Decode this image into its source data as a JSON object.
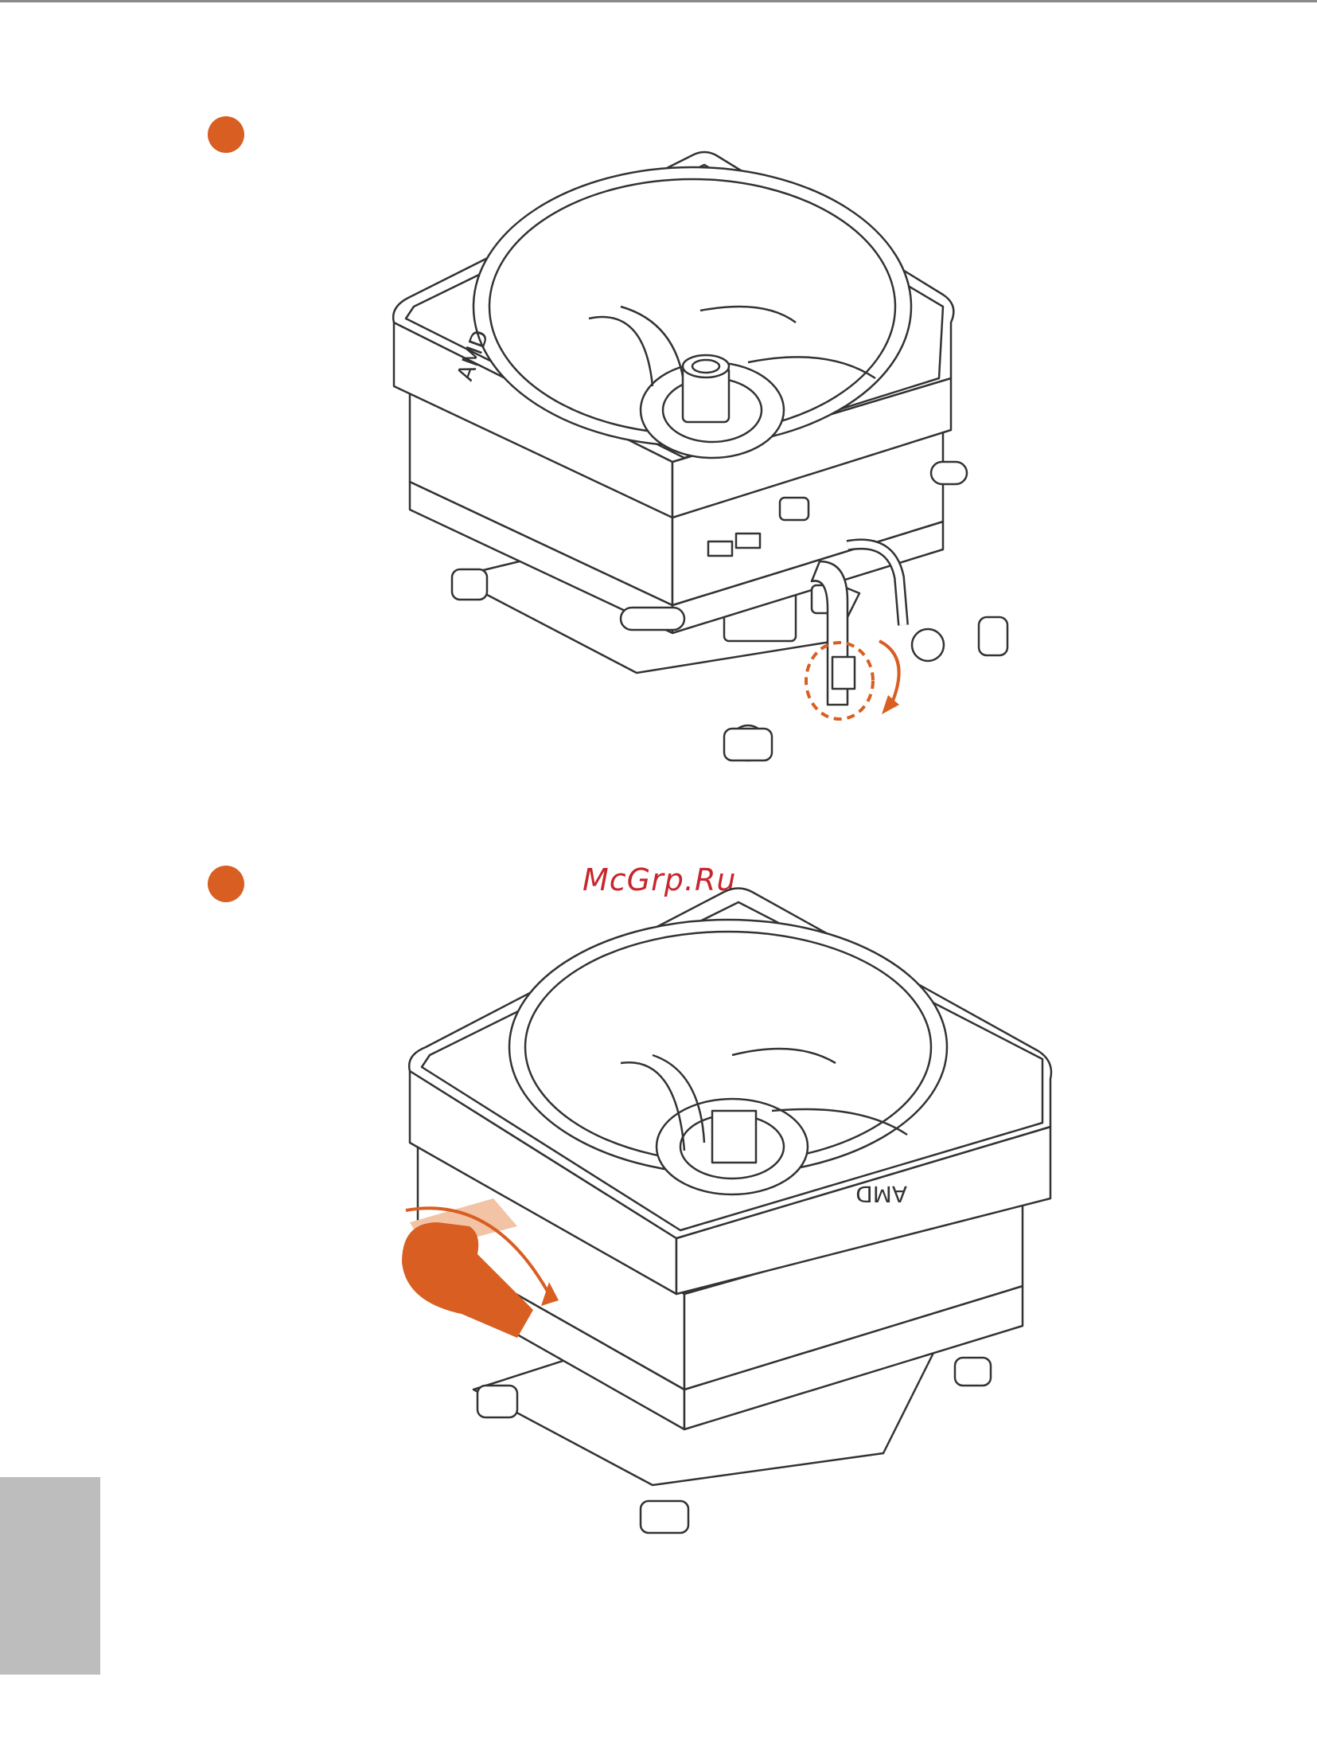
{
  "watermark": {
    "text": "McGrp.Ru"
  },
  "colors": {
    "accent": "#d85e22",
    "watermark": "#c8262e",
    "tab": "#bdbdbd",
    "line": "#333333"
  },
  "illustration_1": {
    "logo_text": "AMD"
  },
  "illustration_2": {
    "logo_text": "AMD"
  }
}
